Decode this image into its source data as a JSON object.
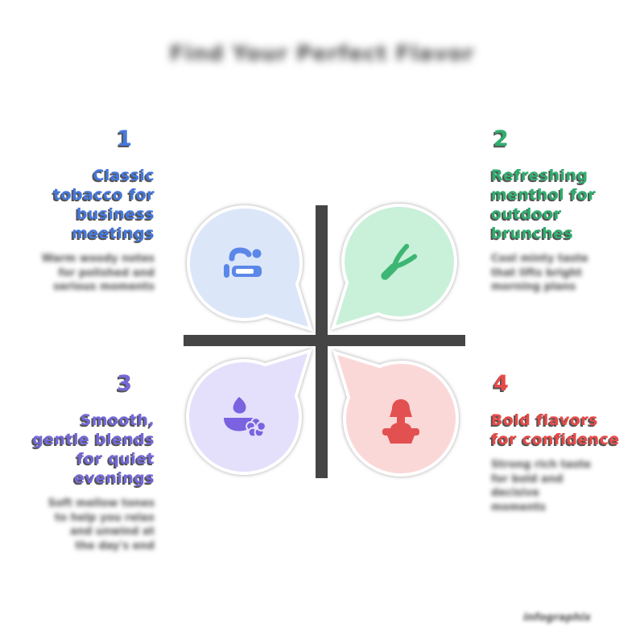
{
  "page": {
    "background": "#ffffff"
  },
  "title": {
    "blurred": true,
    "text_illegible_approx": "Find Your Perfect Flavor",
    "color": "#4a4a4a"
  },
  "divider": {
    "color": "#454545",
    "shape": "cross"
  },
  "quadrants": [
    {
      "number": "1",
      "heading": "Classic\ntobacco for\nbusiness\nmeetings",
      "body_blurred": true,
      "body_illegible_approx": "Warm woody notes\nfor polished and\nserious moments",
      "accent_color": "#4577dd",
      "bubble_color": "#dbe6f9",
      "icon_color": "#5b87e8",
      "icon": "smoking-cigarette-icon",
      "bubble_tail": "bottom-right"
    },
    {
      "number": "2",
      "heading": "Refreshing\nmenthol for\noutdoor\nbrunches",
      "body_blurred": true,
      "body_illegible_approx": "Cool minty taste\nthat lifts bright\nmorning plans",
      "accent_color": "#2fae6e",
      "bubble_color": "#c9f0d9",
      "icon_color": "#3eb673",
      "icon": "fork-icon",
      "bubble_tail": "bottom-left"
    },
    {
      "number": "3",
      "heading": "Smooth,\ngentle blends\nfor quiet\nevenings",
      "body_blurred": true,
      "body_illegible_approx": "Soft mellow tones\nto help you relax\nand unwind at\nthe day's end",
      "accent_color": "#7468d9",
      "bubble_color": "#e4e0fb",
      "icon_color": "#7a62e0",
      "icon": "oil-lamp-flower-icon",
      "bubble_tail": "top-right"
    },
    {
      "number": "4",
      "heading": "Bold flavors\nfor confidence",
      "body_blurred": true,
      "body_illegible_approx": "Strong rich taste\nfor bold and\ndecisive\nmoments",
      "accent_color": "#e84a47",
      "bubble_color": "#fbd8d8",
      "icon_color": "#e25150",
      "icon": "speaker-podium-icon",
      "bubble_tail": "top-left"
    }
  ],
  "watermark": {
    "blurred": true,
    "text_illegible_approx": "infographix",
    "color": "#555555"
  }
}
